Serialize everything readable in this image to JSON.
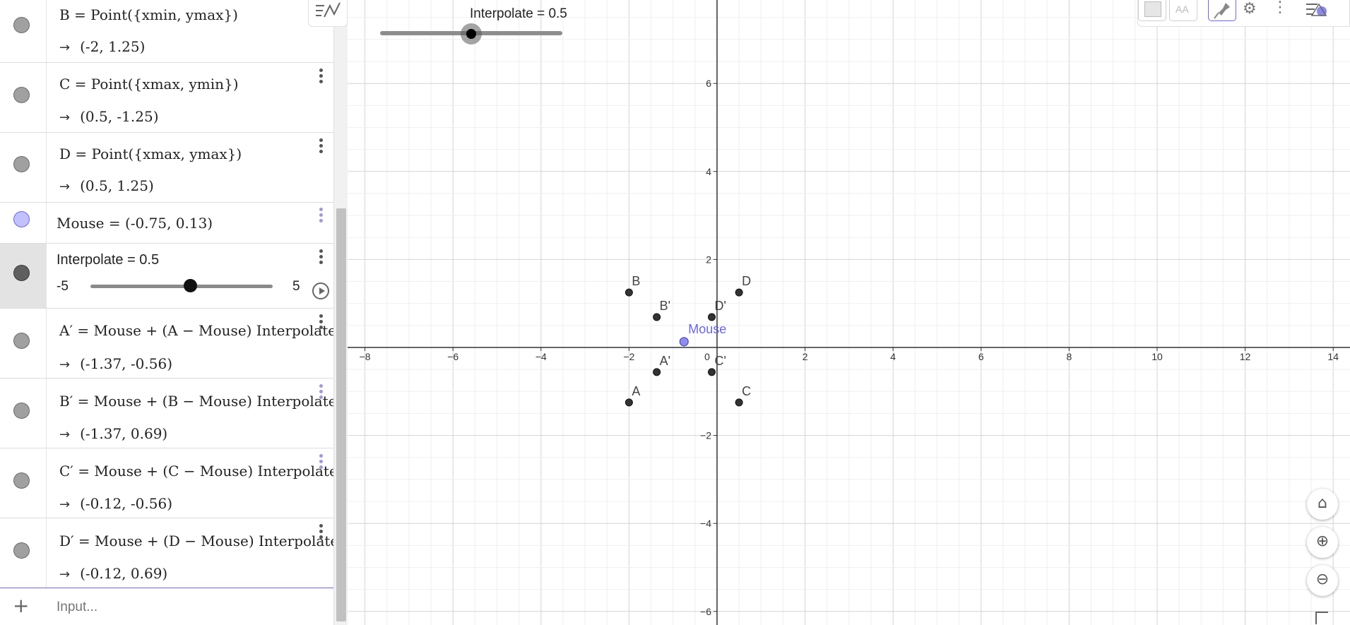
{
  "algebra": {
    "rows": [
      {
        "def": "B = Point({xmin, ymax})",
        "value": "(-2, 1.25)"
      },
      {
        "def": "C = Point({xmax, ymin})",
        "value": "(0.5, -1.25)"
      },
      {
        "def": "D = Point({xmax, ymax})",
        "value": "(0.5, 1.25)"
      },
      {
        "def": "Mouse = (-0.75, 0.13)"
      },
      {
        "def": "A′ = Mouse + (A − Mouse) Interpolate",
        "value": "(-1.37, -0.56)"
      },
      {
        "def": "B′ = Mouse + (B − Mouse) Interpolate",
        "value": "(-1.37, 0.69)"
      },
      {
        "def": "C′ = Mouse + (C − Mouse) Interpolate",
        "value": "(-0.12, -0.56)"
      },
      {
        "def": "D′ = Mouse + (D − Mouse) Interpolate",
        "value": "(-0.12, 0.69)"
      }
    ],
    "value_arrow": "→",
    "slider": {
      "title": "Interpolate = 0.5",
      "min": "-5",
      "max": "5",
      "value": 0.5
    },
    "input": {
      "placeholder": "Input...",
      "plus": "+"
    }
  },
  "graphics": {
    "slider": {
      "label": "Interpolate = 0.5",
      "value": 0.5,
      "min": 0,
      "max": 1
    },
    "x_ticks": [
      "−8",
      "−6",
      "−4",
      "−2",
      "0",
      "2",
      "4",
      "6",
      "8",
      "10",
      "12",
      "14"
    ],
    "y_ticks": [
      "6",
      "4",
      "2",
      "−2",
      "−4",
      "−6"
    ],
    "points": [
      {
        "name": "A",
        "label": "A",
        "x": -2,
        "y": -1.25
      },
      {
        "name": "B",
        "label": "B",
        "x": -2,
        "y": 1.25
      },
      {
        "name": "C",
        "label": "C",
        "x": 0.5,
        "y": -1.25
      },
      {
        "name": "D",
        "label": "D",
        "x": 0.5,
        "y": 1.25
      },
      {
        "name": "A-prime",
        "label": "A'",
        "x": -1.37,
        "y": -0.56
      },
      {
        "name": "B-prime",
        "label": "B'",
        "x": -1.37,
        "y": 0.69
      },
      {
        "name": "C-prime",
        "label": "C'",
        "x": -0.12,
        "y": -0.56
      },
      {
        "name": "D-prime",
        "label": "D'",
        "x": -0.12,
        "y": 0.69
      },
      {
        "name": "mouse",
        "label": "Mouse",
        "x": -0.75,
        "y": 0.13
      }
    ],
    "colors": {
      "point": "#333333",
      "mouse": "#6966e8",
      "grid_major": "#d4d4d4",
      "grid_minor": "#efefef",
      "axis": "#333333"
    },
    "style_bar": {
      "text_size_label": "AA",
      "icons": [
        "color-swatch-icon",
        "text-size-icon",
        "pin-icon",
        "gear-icon",
        "more-icon",
        "algebra-menu-icon"
      ]
    },
    "buttons": {
      "home_icon": "⌂",
      "zoom_in_icon": "⊕",
      "zoom_out_icon": "⊖"
    }
  }
}
